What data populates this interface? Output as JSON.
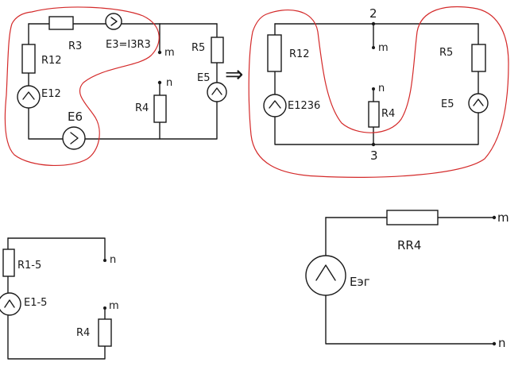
{
  "diagram1": {
    "labels": {
      "r3": "R3",
      "e3": "E3=I3R3",
      "r12": "R12",
      "e12": "E12",
      "e6": "E6",
      "m": "m",
      "n": "n",
      "r4": "R4",
      "r5": "R5",
      "e5": "E5"
    }
  },
  "arrow": "⇒",
  "diagram2": {
    "labels": {
      "node2": "2",
      "node3": "3",
      "r12": "R12",
      "e1236": "E1236",
      "m": "m",
      "n": "n",
      "r4": "R4",
      "r5": "R5",
      "e5": "E5"
    }
  },
  "diagram3": {
    "labels": {
      "r15": "R1-5",
      "e15": "E1-5",
      "n": "n",
      "m": "m",
      "r4": "R4"
    }
  },
  "diagram4": {
    "labels": {
      "m": "m",
      "n": "n",
      "rr4": "RR4",
      "eeq": "Eэг"
    }
  },
  "colors": {
    "ink": "#1a1a1a",
    "marker": "#d42a2a"
  }
}
